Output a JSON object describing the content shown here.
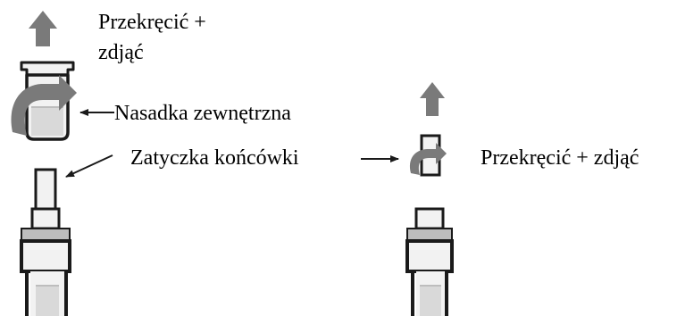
{
  "labels": {
    "twist_remove_left_line1": "Przekręcić +",
    "twist_remove_left_line2": "zdjąć",
    "outer_cap": "Nasadka zewnętrzna",
    "tip_cap": "Zatyczka końcówki",
    "twist_remove_right": "Przekręcić + zdjąć"
  },
  "colors": {
    "outline": "#1a1a1a",
    "arrow_fill": "#7a7a7a",
    "body_light": "#f2f2f2",
    "band_gray": "#bdbdbd",
    "glass_gray": "#d9d9d9"
  },
  "icons": {
    "up_arrow": "arrow-up-icon",
    "twist_arrow": "curved-arrow-icon",
    "pointer_arrow": "pointer-arrow-icon"
  }
}
